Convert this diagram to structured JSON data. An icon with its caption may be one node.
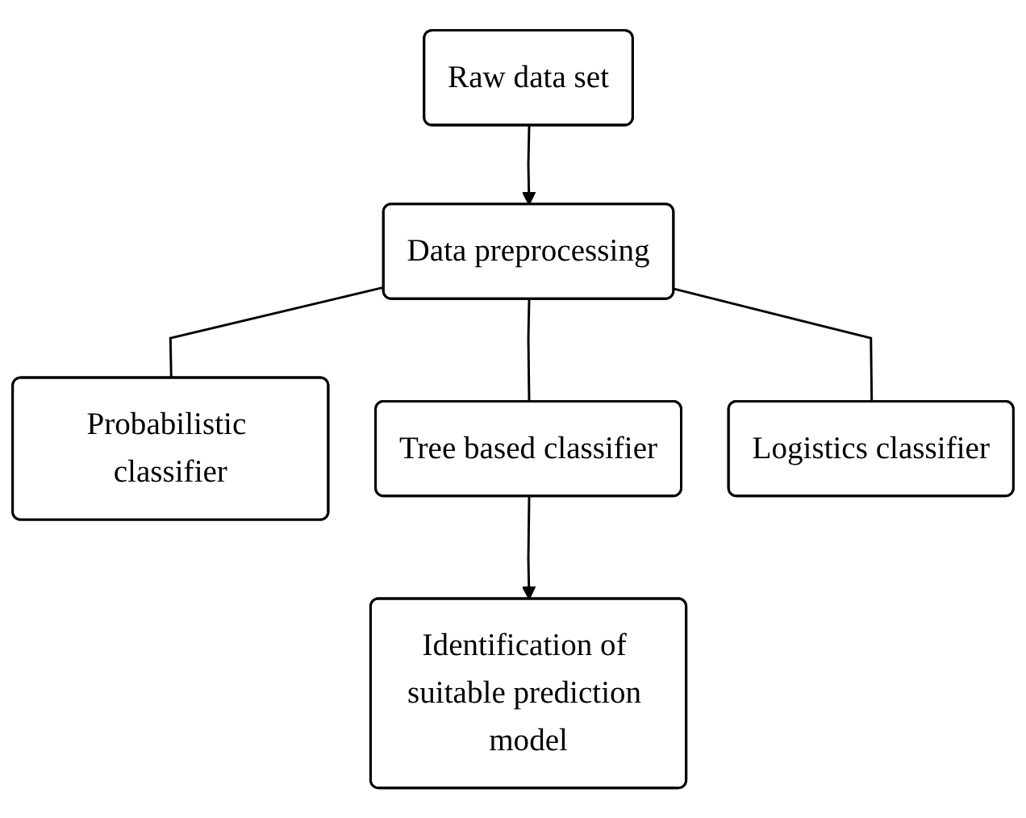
{
  "diagram": {
    "nodes": [
      {
        "text": [
          "Raw data set"
        ]
      },
      {
        "text": [
          "Data preprocessing"
        ]
      },
      {
        "text": [
          "Probabilistic classifier"
        ]
      },
      {
        "text": [
          "Tree based classifier"
        ]
      },
      {
        "text": [
          "Logistics classifier"
        ]
      },
      {
        "text": [
          "Identification of suitable prediction model"
        ]
      }
    ],
    "edges": [
      {
        "from": 0,
        "to": 1,
        "arrow": "to"
      },
      {
        "from": 1,
        "to": 2,
        "arrow": "none"
      },
      {
        "from": 1,
        "to": 3,
        "arrow": "none"
      },
      {
        "from": 1,
        "to": 4,
        "arrow": "none"
      },
      {
        "from": 3,
        "to": 5,
        "arrow": "to"
      }
    ]
  }
}
